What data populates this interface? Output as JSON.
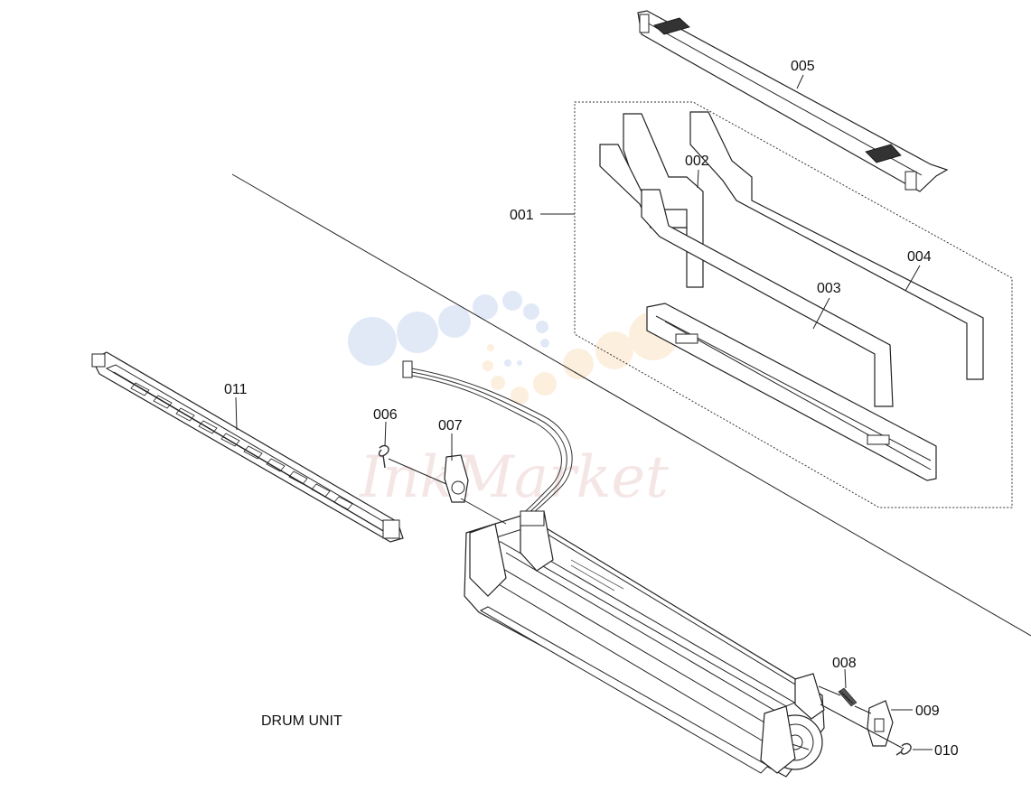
{
  "diagram_title": "DRUM UNIT",
  "watermark_text": "InkMarket",
  "watermark_color_blue": "#c9d8f2",
  "watermark_color_orange": "#fbe3c2",
  "parts": [
    {
      "id": "p001",
      "label": "001"
    },
    {
      "id": "p002",
      "label": "002"
    },
    {
      "id": "p003",
      "label": "003"
    },
    {
      "id": "p004",
      "label": "004"
    },
    {
      "id": "p005",
      "label": "005"
    },
    {
      "id": "p006",
      "label": "006"
    },
    {
      "id": "p007",
      "label": "007"
    },
    {
      "id": "p008",
      "label": "008"
    },
    {
      "id": "p009",
      "label": "009"
    },
    {
      "id": "p010",
      "label": "010"
    },
    {
      "id": "p011",
      "label": "011"
    }
  ]
}
